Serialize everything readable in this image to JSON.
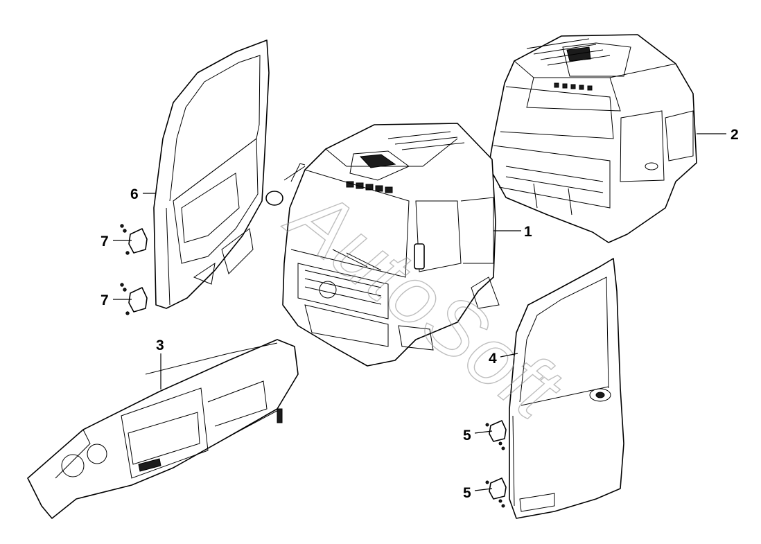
{
  "watermark": "AutoSoft",
  "callouts": [
    {
      "id": "1",
      "part": "cab-shell"
    },
    {
      "id": "2",
      "part": "cab-frame"
    },
    {
      "id": "3",
      "part": "dashboard"
    },
    {
      "id": "4",
      "part": "right-door"
    },
    {
      "id": "5",
      "part": "right-door-hinge-upper"
    },
    {
      "id": "5",
      "part": "right-door-hinge-lower"
    },
    {
      "id": "6",
      "part": "left-door-frame"
    },
    {
      "id": "7",
      "part": "left-door-hinge-upper"
    },
    {
      "id": "7",
      "part": "left-door-hinge-lower"
    }
  ]
}
